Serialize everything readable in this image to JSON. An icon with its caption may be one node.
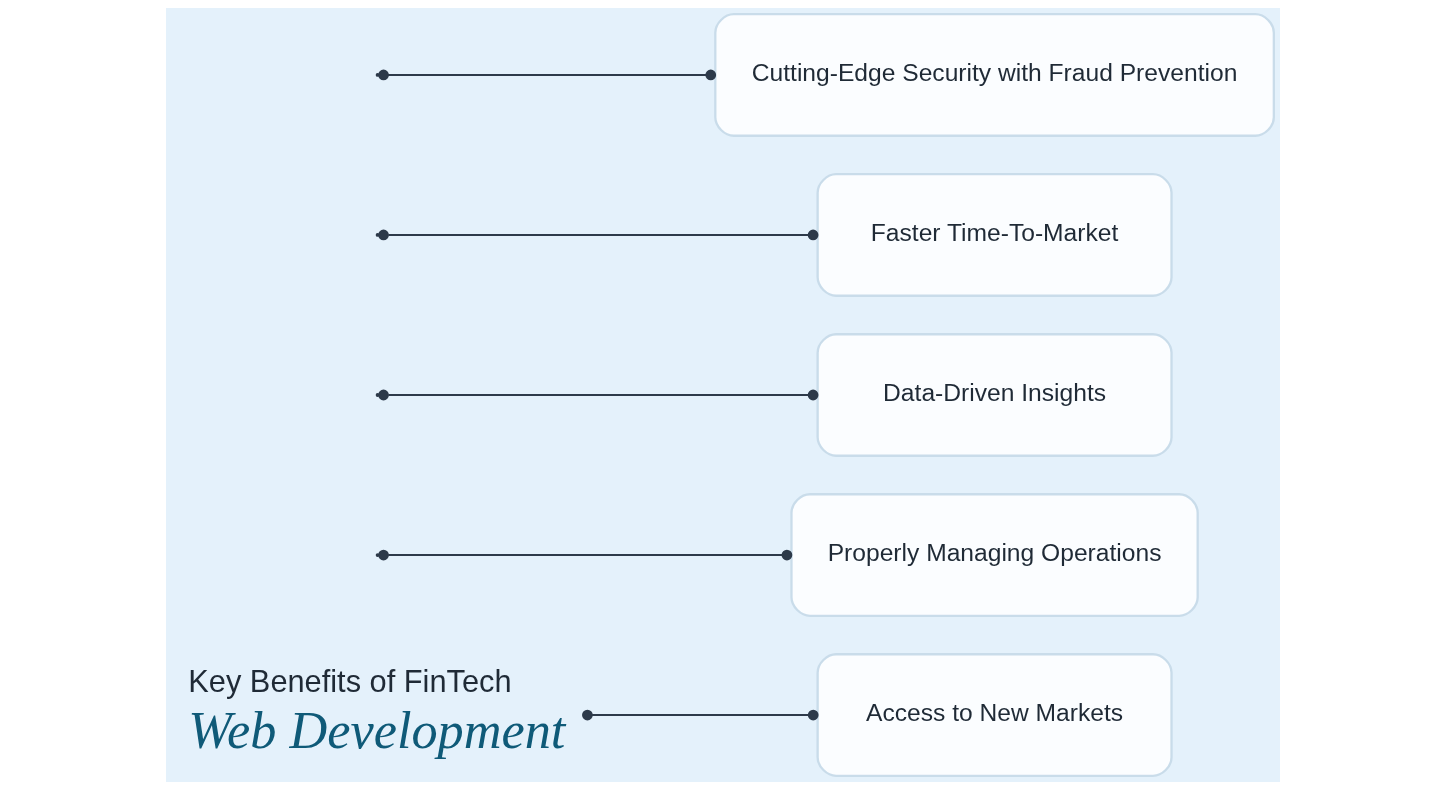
{
  "diagram": {
    "nodes": [
      {
        "text": [
          "Key Benefits of FinTech",
          "Web Development"
        ]
      },
      {
        "text": [
          "Properly Managing Operations"
        ]
      },
      {
        "text": [
          "Data-Driven Insights"
        ]
      },
      {
        "text": [
          "Access to New Markets"
        ]
      },
      {
        "text": [
          "Faster Time-To-Market"
        ]
      },
      {
        "text": [
          "Cutting-Edge Security with Fraud Prevention"
        ]
      }
    ],
    "edges": [
      {
        "from": null,
        "to": 1,
        "arrow": "other"
      },
      {
        "from": null,
        "to": 2,
        "arrow": "other"
      },
      {
        "from": 0,
        "to": 3,
        "arrow": "other"
      },
      {
        "from": null,
        "to": 4,
        "arrow": "other"
      },
      {
        "from": null,
        "to": 5,
        "arrow": "other"
      }
    ]
  }
}
